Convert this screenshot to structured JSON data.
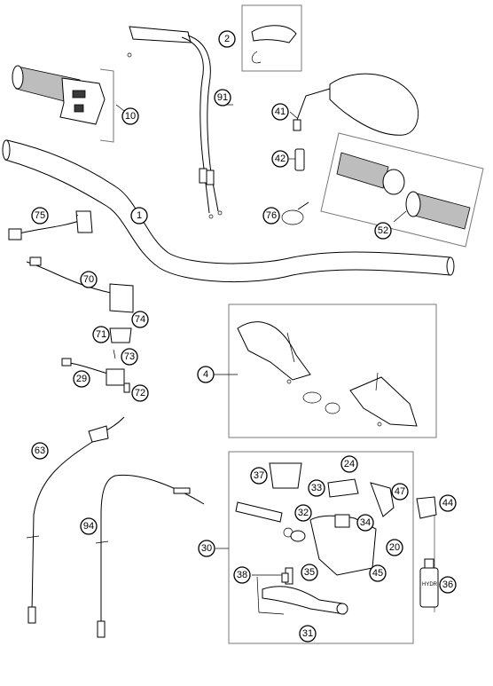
{
  "diagram": {
    "callouts": [
      {
        "id": "c2",
        "label": "2"
      },
      {
        "id": "c10",
        "label": "10"
      },
      {
        "id": "c91",
        "label": "91"
      },
      {
        "id": "c41",
        "label": "41"
      },
      {
        "id": "c42",
        "label": "42"
      },
      {
        "id": "c1",
        "label": "1"
      },
      {
        "id": "c75",
        "label": "75"
      },
      {
        "id": "c76",
        "label": "76"
      },
      {
        "id": "c52",
        "label": "52"
      },
      {
        "id": "c70",
        "label": "70"
      },
      {
        "id": "c74",
        "label": "74"
      },
      {
        "id": "c71",
        "label": "71"
      },
      {
        "id": "c73",
        "label": "73"
      },
      {
        "id": "c29",
        "label": "29"
      },
      {
        "id": "c72",
        "label": "72"
      },
      {
        "id": "c4",
        "label": "4"
      },
      {
        "id": "c63",
        "label": "63"
      },
      {
        "id": "c94",
        "label": "94"
      },
      {
        "id": "c37",
        "label": "37"
      },
      {
        "id": "c24",
        "label": "24"
      },
      {
        "id": "c33",
        "label": "33"
      },
      {
        "id": "c47",
        "label": "47"
      },
      {
        "id": "c44",
        "label": "44"
      },
      {
        "id": "c32",
        "label": "32"
      },
      {
        "id": "c34",
        "label": "34"
      },
      {
        "id": "c30",
        "label": "30"
      },
      {
        "id": "c20",
        "label": "20"
      },
      {
        "id": "c38",
        "label": "38"
      },
      {
        "id": "c35",
        "label": "35"
      },
      {
        "id": "c45",
        "label": "45"
      },
      {
        "id": "c36",
        "label": "36"
      },
      {
        "id": "c31",
        "label": "31"
      }
    ],
    "bottle_label": "HYDR. Oil"
  }
}
